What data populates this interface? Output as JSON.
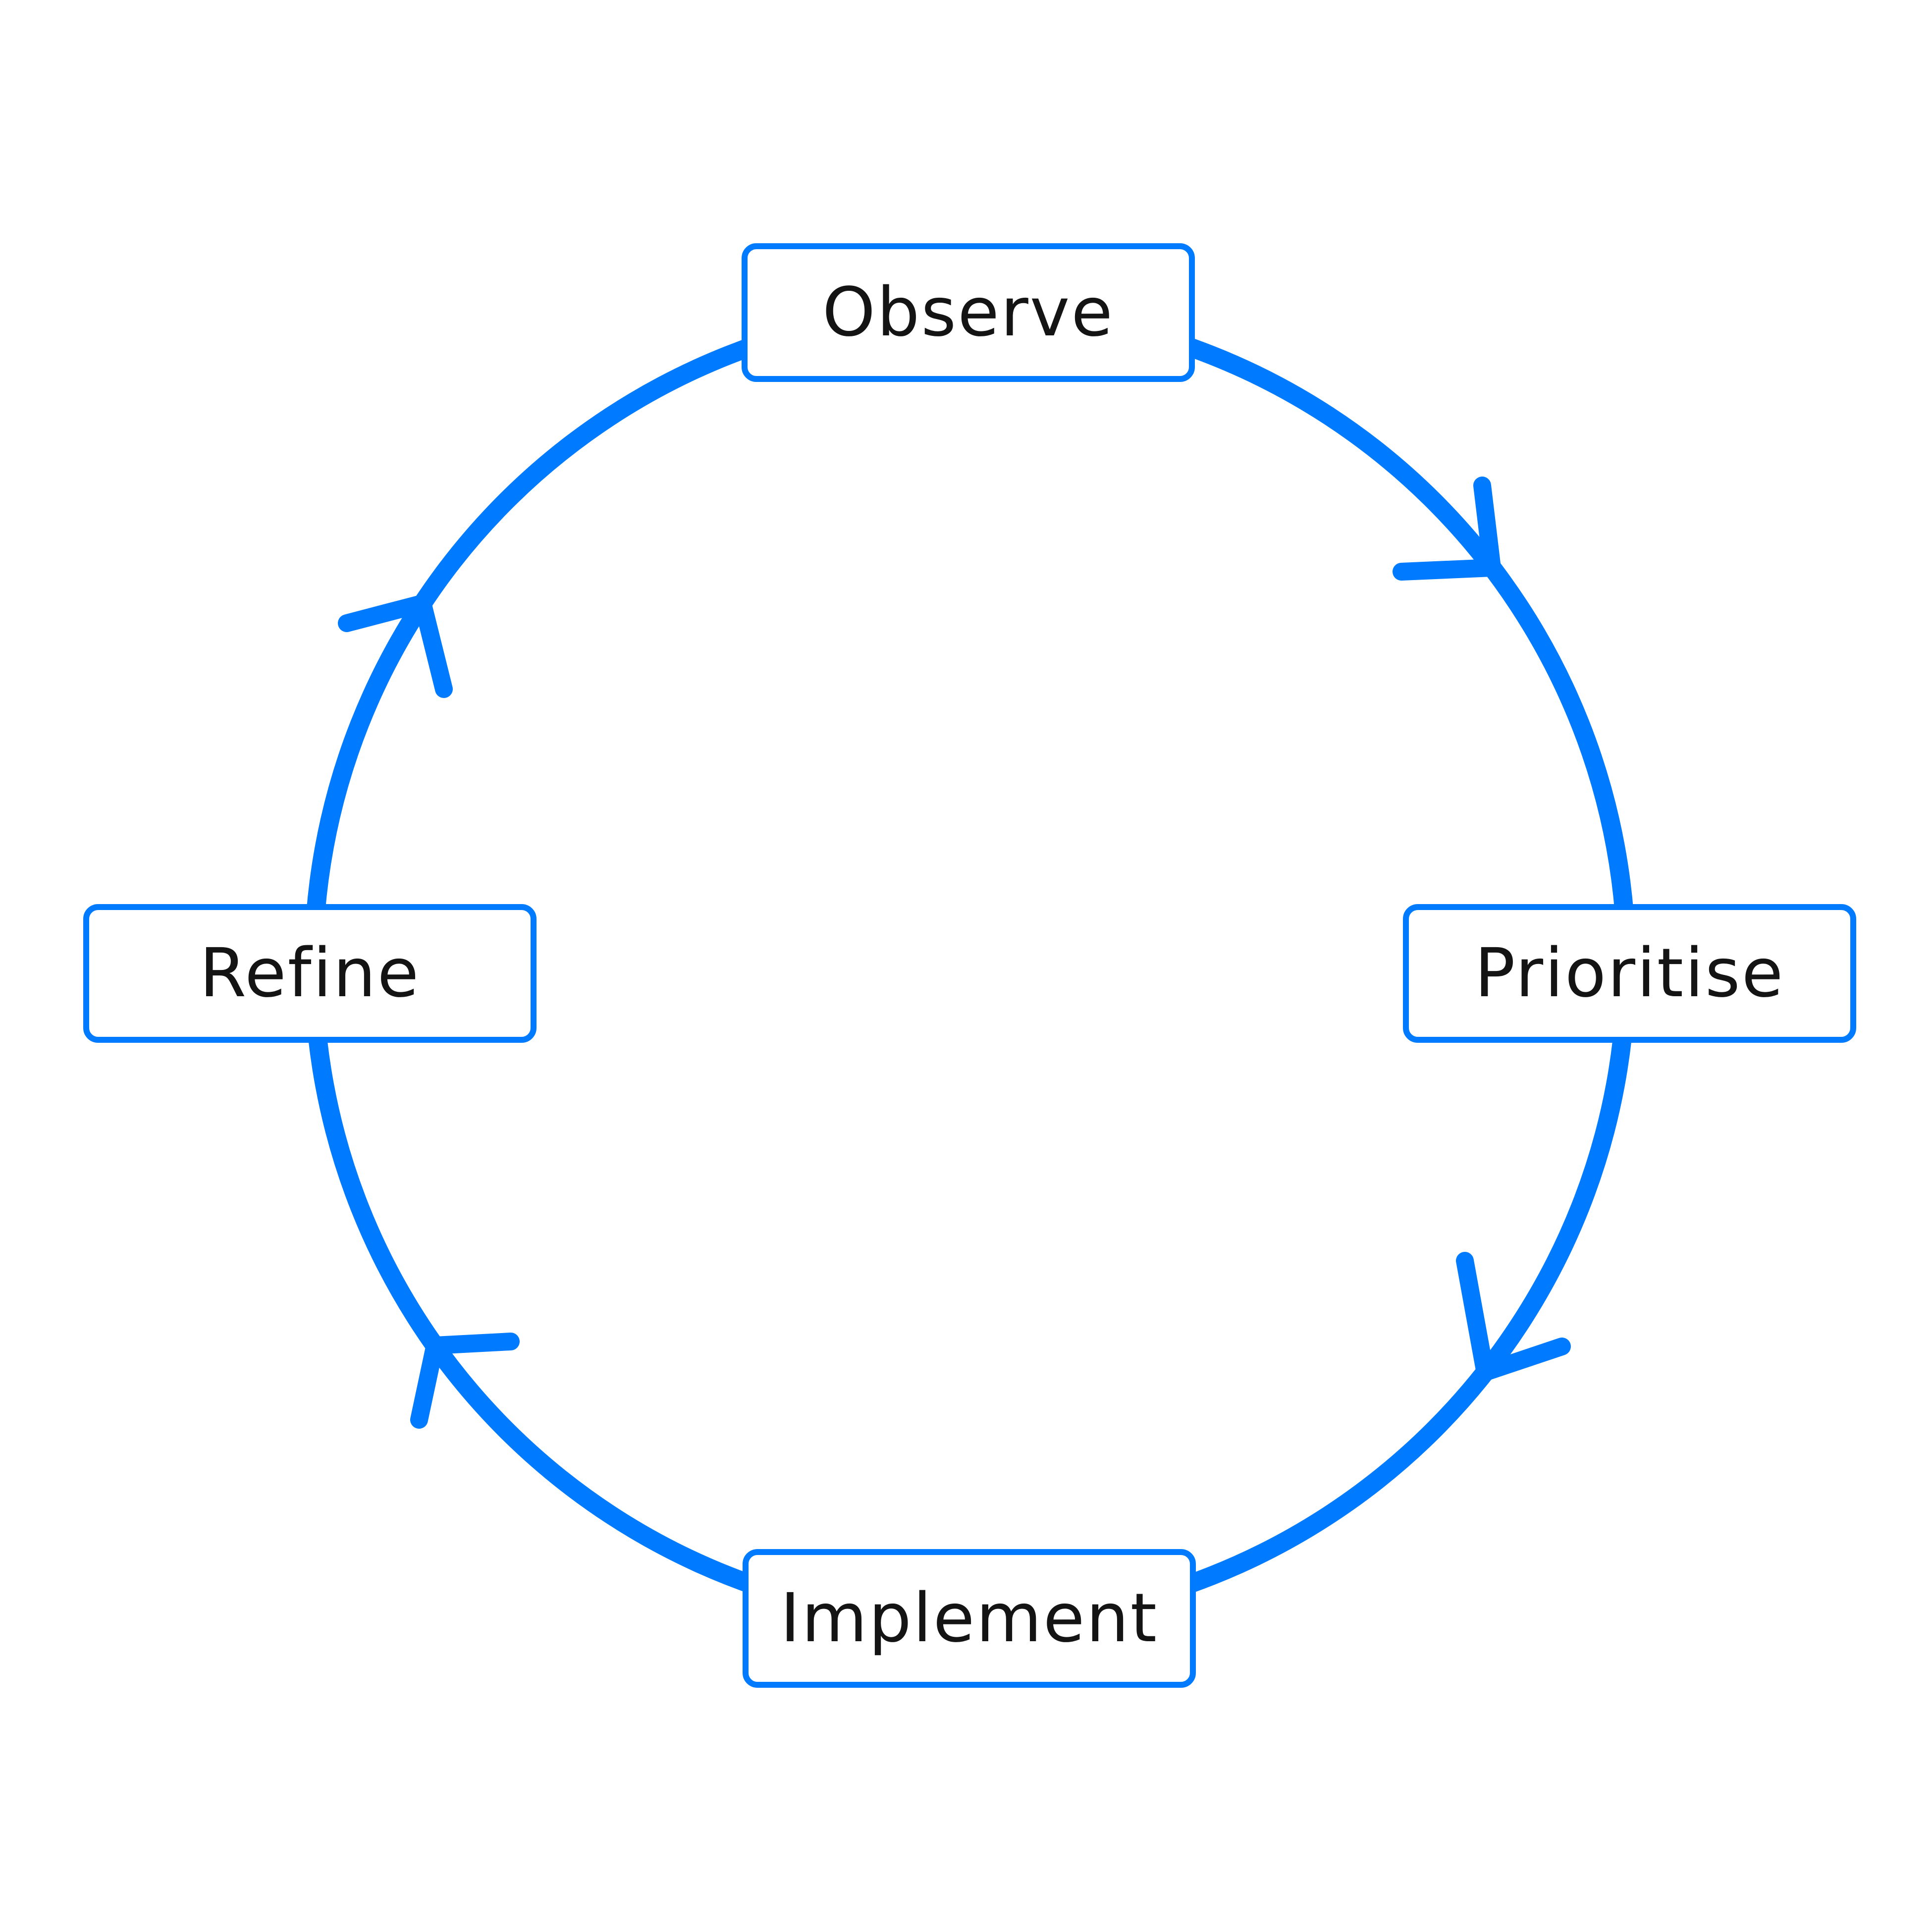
{
  "diagram": {
    "type": "cycle",
    "flow_direction": "clockwise",
    "nodes": [
      {
        "label": "Observe",
        "position": "top"
      },
      {
        "label": "Prioritise",
        "position": "right"
      },
      {
        "label": "Implement",
        "position": "bottom"
      },
      {
        "label": "Refine",
        "position": "left"
      }
    ],
    "colors": {
      "accent": "#007BFF",
      "box_border": "#007BFF",
      "box_fill": "#FFFFFF",
      "text": "#141414",
      "background": "#FFFFFF"
    }
  }
}
